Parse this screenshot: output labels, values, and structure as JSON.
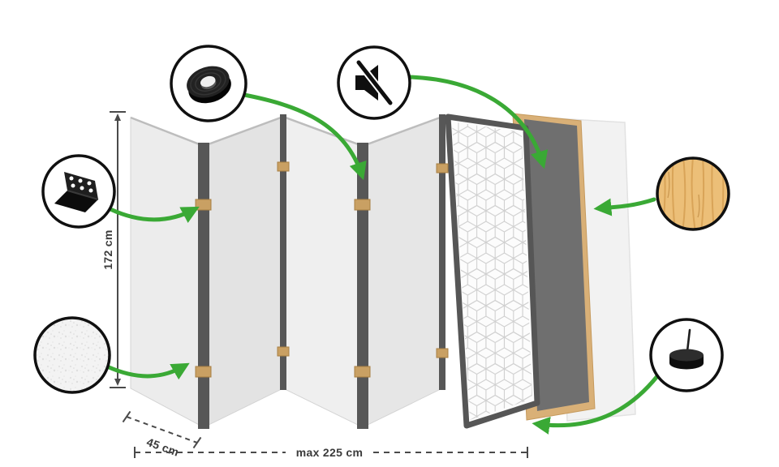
{
  "diagram": {
    "dimensions": {
      "height": "172 cm",
      "panel_width": "45 cm",
      "max_width": "max 225 cm"
    },
    "callouts": [
      {
        "id": "tape",
        "icon": "tape-roll-icon"
      },
      {
        "id": "muted-sound",
        "icon": "muted-speaker-icon"
      },
      {
        "id": "hinge",
        "icon": "hinge-icon"
      },
      {
        "id": "fabric",
        "icon": "fabric-texture-icon"
      },
      {
        "id": "wood",
        "icon": "wood-texture-icon"
      },
      {
        "id": "felt-pad",
        "icon": "felt-pad-icon"
      }
    ],
    "colors": {
      "accent_green": "#3aa935",
      "panel_light": "#ececec",
      "panel_shade": "#e3e3e3",
      "edge_dark": "#575757",
      "hinge_wood": "#c9a063",
      "frame_wood": "#d9b077",
      "panel_dark_fill": "#6f6f6f",
      "wood_fill": "#ecbf78",
      "outline_black": "#111111"
    }
  }
}
